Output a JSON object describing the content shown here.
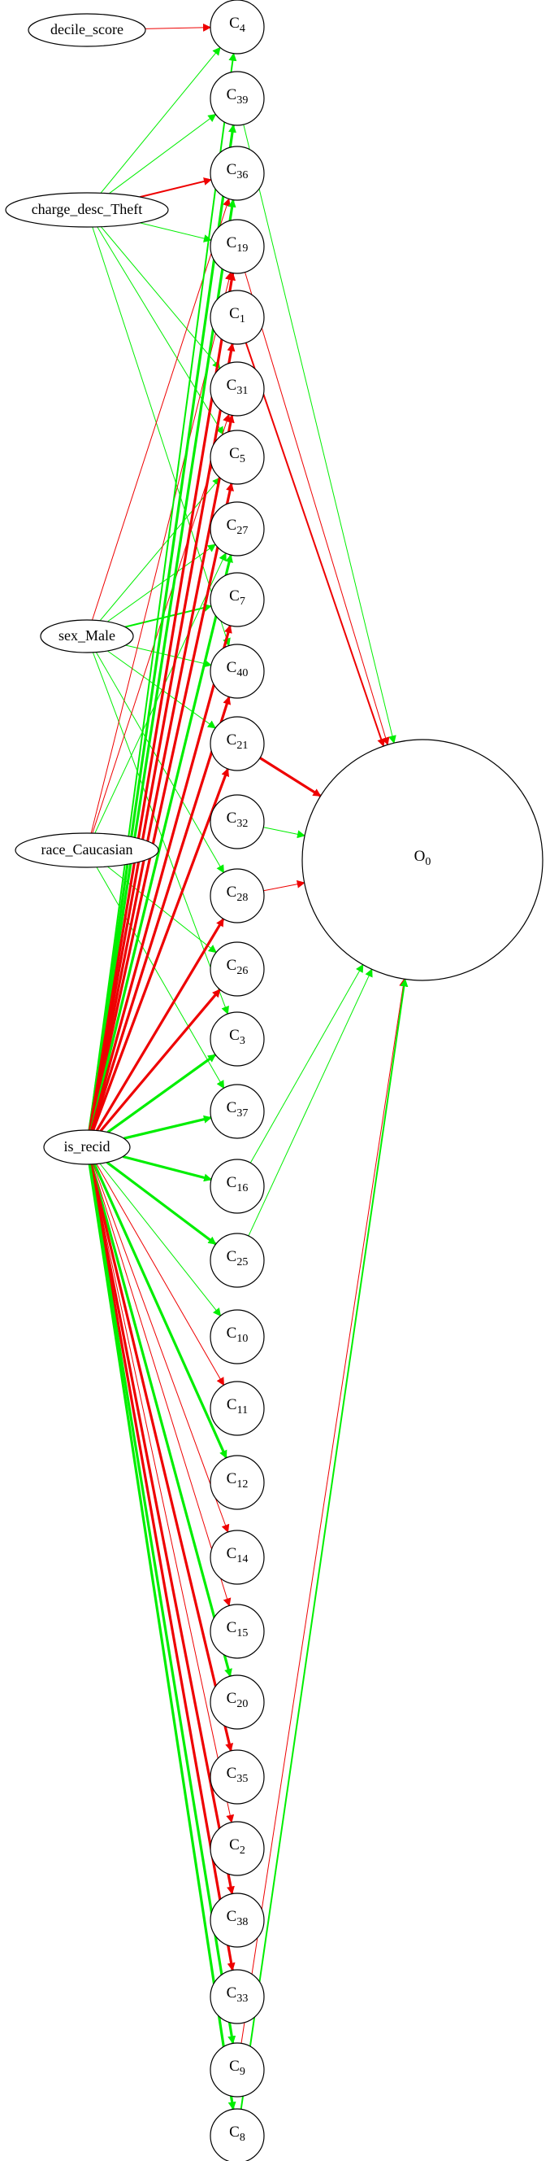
{
  "colors": {
    "positive": "#00ee00",
    "negative": "#ee0000",
    "node_stroke": "#000000"
  },
  "inputs": [
    {
      "id": "decile_score",
      "label": "decile_score"
    },
    {
      "id": "charge_desc_Theft",
      "label": "charge_desc_Theft"
    },
    {
      "id": "sex_Male",
      "label": "sex_Male"
    },
    {
      "id": "race_Caucasian",
      "label": "race_Caucasian"
    },
    {
      "id": "is_recid",
      "label": "is_recid"
    }
  ],
  "concepts": [
    {
      "id": "C4",
      "base": "C",
      "sub": "4"
    },
    {
      "id": "C39",
      "base": "C",
      "sub": "39"
    },
    {
      "id": "C36",
      "base": "C",
      "sub": "36"
    },
    {
      "id": "C19",
      "base": "C",
      "sub": "19"
    },
    {
      "id": "C1",
      "base": "C",
      "sub": "1"
    },
    {
      "id": "C31",
      "base": "C",
      "sub": "31"
    },
    {
      "id": "C5",
      "base": "C",
      "sub": "5"
    },
    {
      "id": "C27",
      "base": "C",
      "sub": "27"
    },
    {
      "id": "C7",
      "base": "C",
      "sub": "7"
    },
    {
      "id": "C40",
      "base": "C",
      "sub": "40"
    },
    {
      "id": "C21",
      "base": "C",
      "sub": "21"
    },
    {
      "id": "C32",
      "base": "C",
      "sub": "32"
    },
    {
      "id": "C28",
      "base": "C",
      "sub": "28"
    },
    {
      "id": "C26",
      "base": "C",
      "sub": "26"
    },
    {
      "id": "C3",
      "base": "C",
      "sub": "3"
    },
    {
      "id": "C37",
      "base": "C",
      "sub": "37"
    },
    {
      "id": "C16",
      "base": "C",
      "sub": "16"
    },
    {
      "id": "C25",
      "base": "C",
      "sub": "25"
    },
    {
      "id": "C10",
      "base": "C",
      "sub": "10"
    },
    {
      "id": "C11",
      "base": "C",
      "sub": "11"
    },
    {
      "id": "C12",
      "base": "C",
      "sub": "12"
    },
    {
      "id": "C14",
      "base": "C",
      "sub": "14"
    },
    {
      "id": "C15",
      "base": "C",
      "sub": "15"
    },
    {
      "id": "C20",
      "base": "C",
      "sub": "20"
    },
    {
      "id": "C35",
      "base": "C",
      "sub": "35"
    },
    {
      "id": "C2",
      "base": "C",
      "sub": "2"
    },
    {
      "id": "C38",
      "base": "C",
      "sub": "38"
    },
    {
      "id": "C33",
      "base": "C",
      "sub": "33"
    },
    {
      "id": "C9",
      "base": "C",
      "sub": "9"
    },
    {
      "id": "C8",
      "base": "C",
      "sub": "8"
    }
  ],
  "output": {
    "id": "O0",
    "base": "O",
    "sub": "0"
  },
  "edges": [
    {
      "from": "decile_score",
      "to": "C4",
      "sign": "neg",
      "weight": 1
    },
    {
      "from": "charge_desc_Theft",
      "to": "C4",
      "sign": "pos",
      "weight": 1
    },
    {
      "from": "charge_desc_Theft",
      "to": "C39",
      "sign": "pos",
      "weight": 1
    },
    {
      "from": "charge_desc_Theft",
      "to": "C36",
      "sign": "neg",
      "weight": 2
    },
    {
      "from": "charge_desc_Theft",
      "to": "C19",
      "sign": "pos",
      "weight": 1
    },
    {
      "from": "charge_desc_Theft",
      "to": "C31",
      "sign": "pos",
      "weight": 1
    },
    {
      "from": "charge_desc_Theft",
      "to": "C5",
      "sign": "pos",
      "weight": 1
    },
    {
      "from": "charge_desc_Theft",
      "to": "C40",
      "sign": "pos",
      "weight": 1
    },
    {
      "from": "sex_Male",
      "to": "C36",
      "sign": "neg",
      "weight": 1
    },
    {
      "from": "sex_Male",
      "to": "C5",
      "sign": "pos",
      "weight": 1
    },
    {
      "from": "sex_Male",
      "to": "C27",
      "sign": "pos",
      "weight": 1
    },
    {
      "from": "sex_Male",
      "to": "C7",
      "sign": "pos",
      "weight": 2
    },
    {
      "from": "sex_Male",
      "to": "C40",
      "sign": "pos",
      "weight": 1
    },
    {
      "from": "sex_Male",
      "to": "C21",
      "sign": "pos",
      "weight": 1
    },
    {
      "from": "sex_Male",
      "to": "C28",
      "sign": "pos",
      "weight": 1
    },
    {
      "from": "sex_Male",
      "to": "C3",
      "sign": "pos",
      "weight": 1
    },
    {
      "from": "race_Caucasian",
      "to": "C19",
      "sign": "neg",
      "weight": 1
    },
    {
      "from": "race_Caucasian",
      "to": "C31",
      "sign": "neg",
      "weight": 1
    },
    {
      "from": "race_Caucasian",
      "to": "C27",
      "sign": "pos",
      "weight": 1
    },
    {
      "from": "race_Caucasian",
      "to": "C26",
      "sign": "pos",
      "weight": 1
    },
    {
      "from": "race_Caucasian",
      "to": "C37",
      "sign": "pos",
      "weight": 1
    },
    {
      "from": "is_recid",
      "to": "C4",
      "sign": "pos",
      "weight": 2
    },
    {
      "from": "is_recid",
      "to": "C39",
      "sign": "pos",
      "weight": 3
    },
    {
      "from": "is_recid",
      "to": "C36",
      "sign": "pos",
      "weight": 3
    },
    {
      "from": "is_recid",
      "to": "C19",
      "sign": "neg",
      "weight": 3
    },
    {
      "from": "is_recid",
      "to": "C1",
      "sign": "neg",
      "weight": 3
    },
    {
      "from": "is_recid",
      "to": "C31",
      "sign": "neg",
      "weight": 3
    },
    {
      "from": "is_recid",
      "to": "C5",
      "sign": "neg",
      "weight": 3
    },
    {
      "from": "is_recid",
      "to": "C27",
      "sign": "pos",
      "weight": 3
    },
    {
      "from": "is_recid",
      "to": "C7",
      "sign": "neg",
      "weight": 3
    },
    {
      "from": "is_recid",
      "to": "C40",
      "sign": "neg",
      "weight": 3
    },
    {
      "from": "is_recid",
      "to": "C21",
      "sign": "neg",
      "weight": 3
    },
    {
      "from": "is_recid",
      "to": "C28",
      "sign": "neg",
      "weight": 3
    },
    {
      "from": "is_recid",
      "to": "C26",
      "sign": "neg",
      "weight": 3
    },
    {
      "from": "is_recid",
      "to": "C3",
      "sign": "pos",
      "weight": 3
    },
    {
      "from": "is_recid",
      "to": "C37",
      "sign": "pos",
      "weight": 3
    },
    {
      "from": "is_recid",
      "to": "C16",
      "sign": "pos",
      "weight": 3
    },
    {
      "from": "is_recid",
      "to": "C25",
      "sign": "pos",
      "weight": 3
    },
    {
      "from": "is_recid",
      "to": "C10",
      "sign": "pos",
      "weight": 1
    },
    {
      "from": "is_recid",
      "to": "C11",
      "sign": "neg",
      "weight": 1
    },
    {
      "from": "is_recid",
      "to": "C12",
      "sign": "pos",
      "weight": 3
    },
    {
      "from": "is_recid",
      "to": "C14",
      "sign": "neg",
      "weight": 1
    },
    {
      "from": "is_recid",
      "to": "C15",
      "sign": "neg",
      "weight": 1
    },
    {
      "from": "is_recid",
      "to": "C20",
      "sign": "pos",
      "weight": 3
    },
    {
      "from": "is_recid",
      "to": "C35",
      "sign": "neg",
      "weight": 3
    },
    {
      "from": "is_recid",
      "to": "C2",
      "sign": "neg",
      "weight": 1
    },
    {
      "from": "is_recid",
      "to": "C38",
      "sign": "neg",
      "weight": 3
    },
    {
      "from": "is_recid",
      "to": "C33",
      "sign": "neg",
      "weight": 3
    },
    {
      "from": "is_recid",
      "to": "C9",
      "sign": "pos",
      "weight": 3
    },
    {
      "from": "is_recid",
      "to": "C8",
      "sign": "pos",
      "weight": 3
    },
    {
      "from": "C39",
      "to": "O0",
      "sign": "pos",
      "weight": 1
    },
    {
      "from": "C19",
      "to": "O0",
      "sign": "neg",
      "weight": 1
    },
    {
      "from": "C1",
      "to": "O0",
      "sign": "neg",
      "weight": 2
    },
    {
      "from": "C21",
      "to": "O0",
      "sign": "neg",
      "weight": 3
    },
    {
      "from": "C32",
      "to": "O0",
      "sign": "pos",
      "weight": 1
    },
    {
      "from": "C28",
      "to": "O0",
      "sign": "neg",
      "weight": 1
    },
    {
      "from": "C16",
      "to": "O0",
      "sign": "pos",
      "weight": 1
    },
    {
      "from": "C25",
      "to": "O0",
      "sign": "pos",
      "weight": 1
    },
    {
      "from": "C9",
      "to": "O0",
      "sign": "neg",
      "weight": 1
    },
    {
      "from": "C8",
      "to": "O0",
      "sign": "pos",
      "weight": 2
    }
  ]
}
